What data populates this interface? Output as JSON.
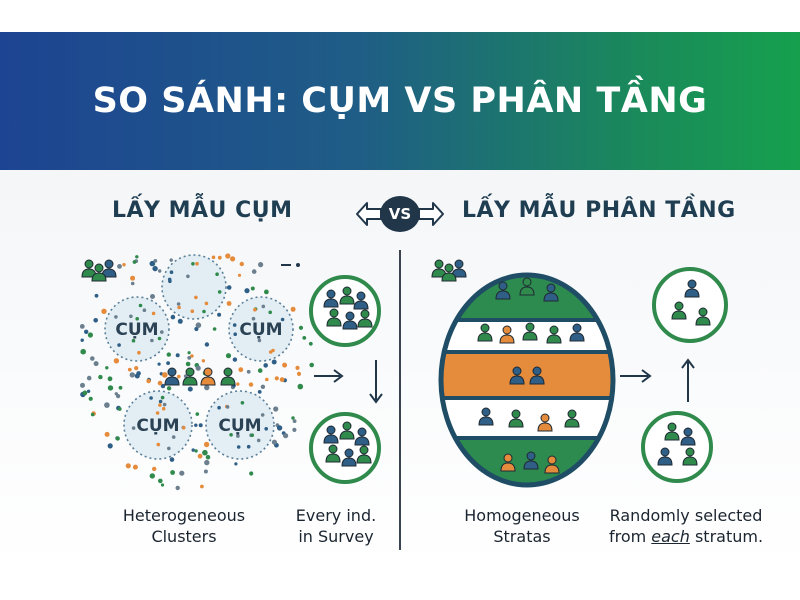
{
  "title": "SO SÁNH: CỤM VS PHÂN TẦNG",
  "left": {
    "heading": "LẤY MẪU CỤM",
    "cluster_label": "CỤM",
    "captions": {
      "clusters": [
        "Heterogeneous",
        "Clusters"
      ],
      "survey": [
        "Every ind.",
        "in Survey"
      ]
    }
  },
  "vs": "VS",
  "right": {
    "heading": "LẤY MẪU PHÂN TẦNG",
    "captions": {
      "strata": [
        "Homogeneous",
        "Stratas"
      ],
      "selected_line1": "Randomly selected",
      "selected_pre": "from ",
      "selected_em": "each",
      "selected_post": " stratum."
    }
  },
  "colors": {
    "banner_start": "#1d4492",
    "banner_end": "#16a04e",
    "green": "#2f8a4c",
    "blue": "#2f5f86",
    "orange": "#e58b3c"
  }
}
